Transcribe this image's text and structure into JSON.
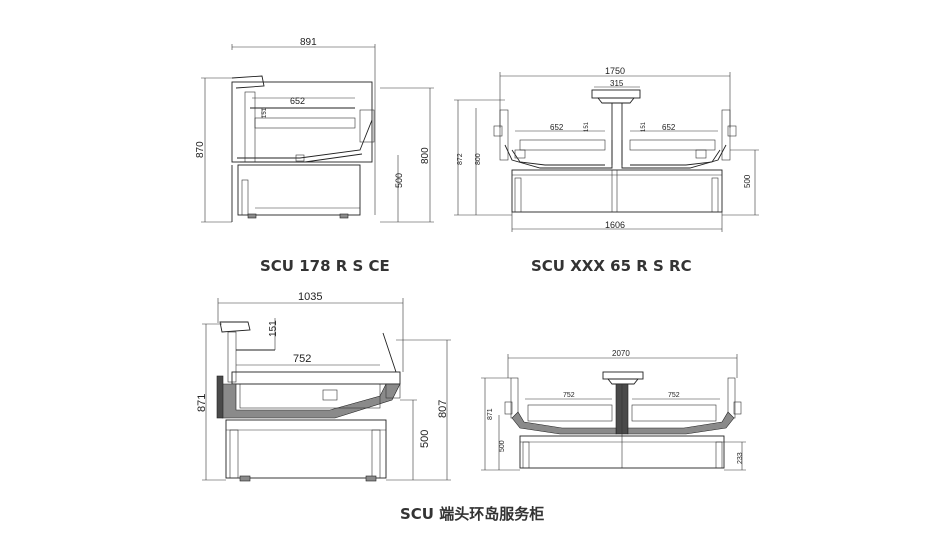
{
  "captions": {
    "top_left": "SCU 178 R S CE",
    "top_right": "SCU XXX 65 R S RC",
    "bottom": "SCU 端头环岛服务柜"
  },
  "dimensions": {
    "d1": {
      "width": "891",
      "inner": "652",
      "height_left": "870",
      "height_right": "800",
      "lower": "500",
      "small": "151"
    },
    "d2": {
      "width_top": "1750",
      "center": "315",
      "inner_left": "652",
      "inner_right": "652",
      "small_left": "151",
      "small_right": "151",
      "height_outer": "872",
      "height_inner": "800",
      "lower": "500",
      "width_bottom": "1606"
    },
    "d3": {
      "width": "1035",
      "small": "151",
      "inner": "752",
      "height_left": "871",
      "height_right": "807",
      "lower": "500"
    },
    "d4": {
      "width": "2070",
      "inner_left": "752",
      "inner_right": "752",
      "height": "871",
      "lower": "500",
      "base": "233"
    }
  }
}
